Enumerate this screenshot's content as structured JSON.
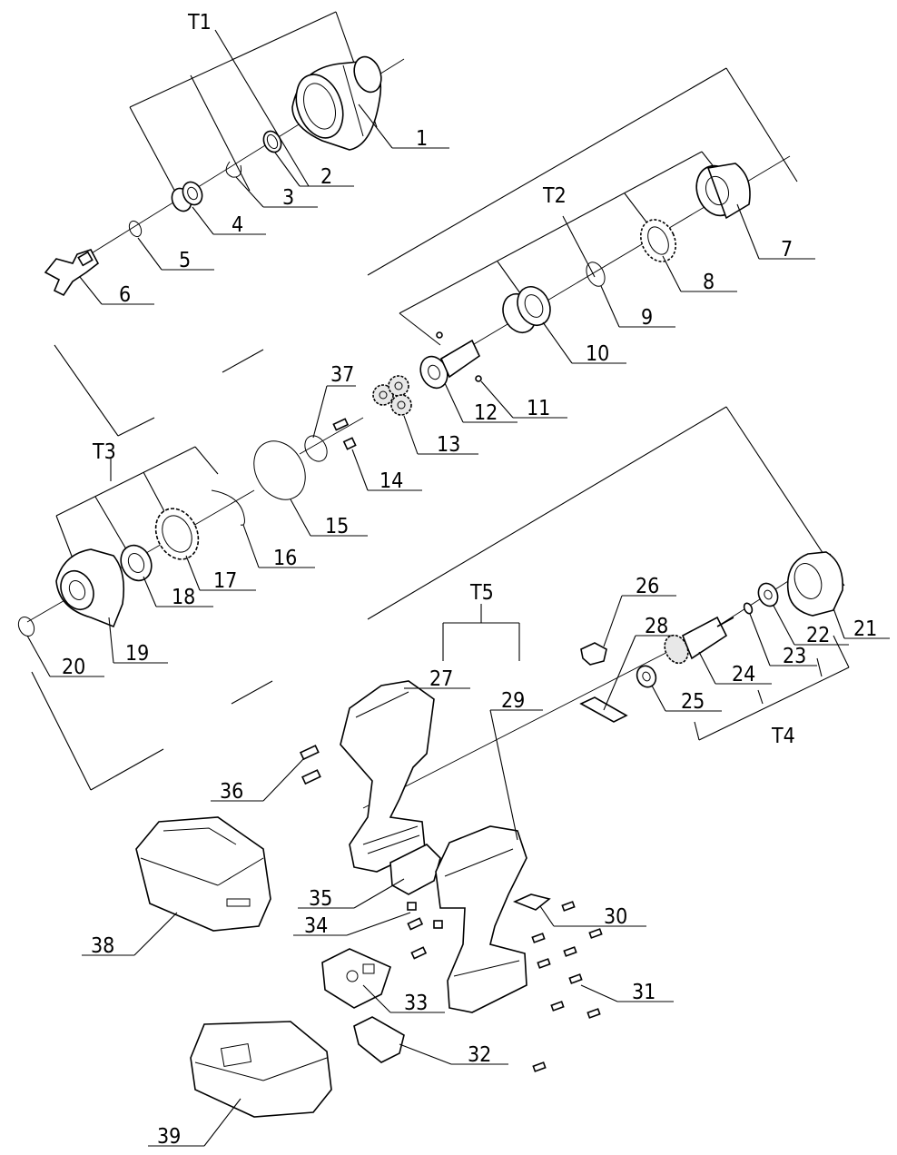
{
  "labels": {
    "l1": "1",
    "l2": "2",
    "l3": "3",
    "l4": "4",
    "l5": "5",
    "l6": "6",
    "l7": "7",
    "l8": "8",
    "l9": "9",
    "l10": "10",
    "l11": "11",
    "l12": "12",
    "l13": "13",
    "l14": "14",
    "l15": "15",
    "l16": "16",
    "l17": "17",
    "l18": "18",
    "l19": "19",
    "l20": "20",
    "l21": "21",
    "l22": "22",
    "l23": "23",
    "l24": "24",
    "l25": "25",
    "l26": "26",
    "l27": "27",
    "l28": "28",
    "l29": "29",
    "l30": "30",
    "l31": "31",
    "l32": "32",
    "l33": "33",
    "l34": "34",
    "l35": "35",
    "l36": "36",
    "l37": "37",
    "l38": "38",
    "l39": "39"
  },
  "groups": {
    "t1": "T1",
    "t2": "T2",
    "t3": "T3",
    "t4": "T4",
    "t5": "T5"
  }
}
